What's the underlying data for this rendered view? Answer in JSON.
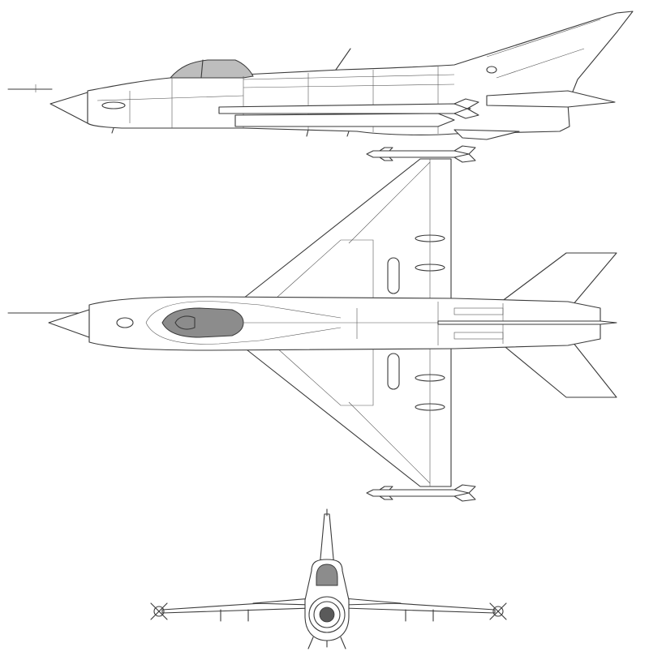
{
  "drawing": {
    "subject": "delta-wing-jet-fighter",
    "views": [
      "side",
      "top",
      "front"
    ],
    "colors": {
      "line": "#3a3a3a",
      "glazing": "#bdbdbd",
      "shade": "#8c8c8c",
      "background": "#ffffff"
    }
  }
}
